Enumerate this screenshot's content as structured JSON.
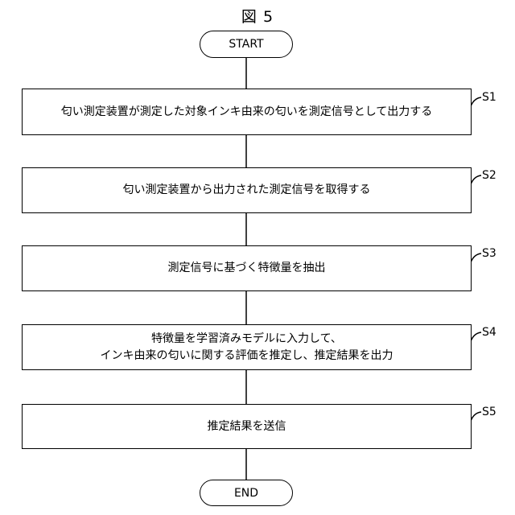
{
  "figure_title": "図 5",
  "start_label": "START",
  "end_label": "END",
  "steps": [
    {
      "id": "S1",
      "lines": [
        "匂い測定装置が測定した対象インキ由来の匂いを測定信号として出力する"
      ]
    },
    {
      "id": "S2",
      "lines": [
        "匂い測定装置から出力された測定信号を取得する"
      ]
    },
    {
      "id": "S3",
      "lines": [
        "測定信号に基づく特徴量を抽出"
      ]
    },
    {
      "id": "S4",
      "lines": [
        "特徴量を学習済みモデルに入力して、",
        "インキ由来の匂いに関する評価を推定し、推定結果を出力"
      ]
    },
    {
      "id": "S5",
      "lines": [
        "推定結果を送信"
      ]
    }
  ]
}
